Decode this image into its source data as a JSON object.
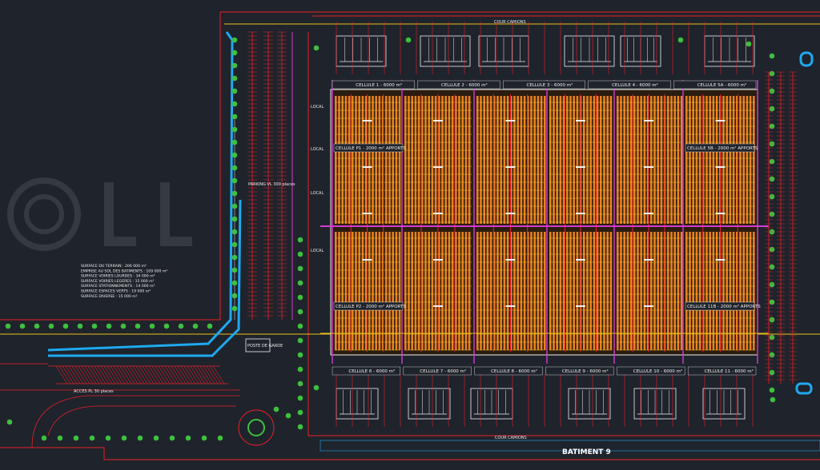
{
  "drawing": {
    "building_label": "BATIMENT 9",
    "cour_top": "COUR CAMIONS",
    "cour_bottom": "COUR CAMIONS",
    "parking_label": "PARKING VL 300 places",
    "access_label": "ACCES PL 30 places",
    "gate_label": "POSTE DE GARDE",
    "cells_top": [
      "CELLULE 1 - 6000 m²",
      "CELLULE 2 - 6000 m²",
      "CELLULE 3 - 6000 m²",
      "CELLULE 4 - 6000 m²",
      "CELLULE 5A - 6000 m²"
    ],
    "cells_bottom": [
      "CELLULE 6 - 6000 m²",
      "CELLULE 7 - 6000 m²",
      "CELLULE 8 - 6000 m²",
      "CELLULE 9 - 6000 m²",
      "CELLULE 10 - 6000 m²",
      "CELLULE 11 - 6000 m²"
    ],
    "cells_side": [
      "CELLULE P1 - 2000 m² APPORTS",
      "CELLULE 5B - 2000 m² APPORTS",
      "CELLULE P2 - 2000 m² APPORTS",
      "CELLULE 11B - 2000 m² APPORTS"
    ],
    "local_labels": [
      "LOCAL",
      "LOCAL",
      "LOCAL",
      "LOCAL"
    ],
    "stats": [
      "SURFACE DU TERRAIN : 206 000 m²",
      "EMPRISE AU SOL DES BATIMENTS : 109 000 m²",
      "SURFACE VOIRIES LOURDES : 34 000 m²",
      "SURFACE VOIRIES LEGERES : 15 000 m²",
      "SURFACE STATIONNEMENTS : 14 000 m²",
      "SURFACE ESPACES VERTS : 19 000 m²",
      "SURFACE DIVERSE : 15 000 m²"
    ]
  },
  "colors": {
    "background": "#1f232b",
    "boundary": "#e8202a",
    "rack_orange": "#e8821e",
    "rack_yellow": "#f2c31e",
    "water_blue": "#1fa9f0",
    "tree_green": "#3fbf3f",
    "wall_white": "#f0f0f0",
    "magenta": "#d43cd4",
    "road_yellow": "#e8c21e"
  },
  "icons": [
    "tree-icon",
    "dock-door-icon",
    "roundabout-icon"
  ]
}
